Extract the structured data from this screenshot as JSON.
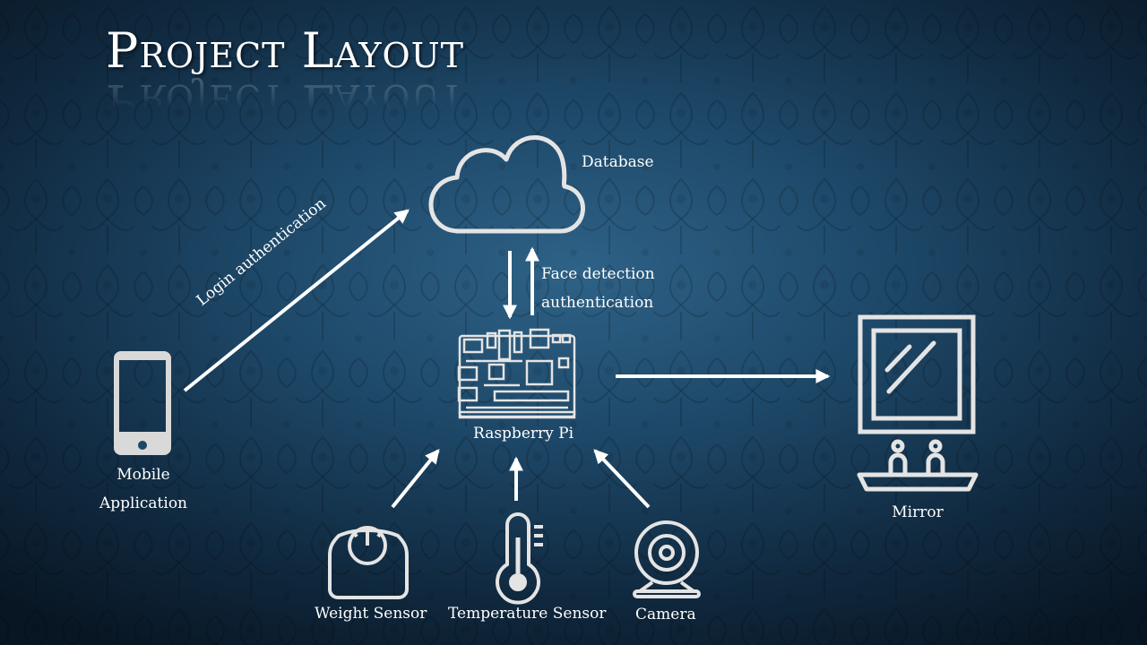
{
  "title": "Project Layout",
  "nodes": {
    "database": "Database",
    "raspberry_pi": "Raspberry Pi",
    "mobile_line1": "Mobile",
    "mobile_line2": "Application",
    "mirror": "Mirror",
    "weight_sensor": "Weight Sensor",
    "temperature_sensor": "Temperature Sensor",
    "camera": "Camera"
  },
  "edges": {
    "login": "Login authentication",
    "face_line1": "Face detection",
    "face_line2": "authentication"
  },
  "icons": [
    "cloud-icon",
    "smartphone-icon",
    "circuit-board-icon",
    "mirror-icon",
    "scale-icon",
    "thermometer-icon",
    "webcam-icon"
  ],
  "colors": {
    "foreground": "#ffffff",
    "icon_stroke": "#e4e4e4",
    "background": "#1d4767"
  }
}
